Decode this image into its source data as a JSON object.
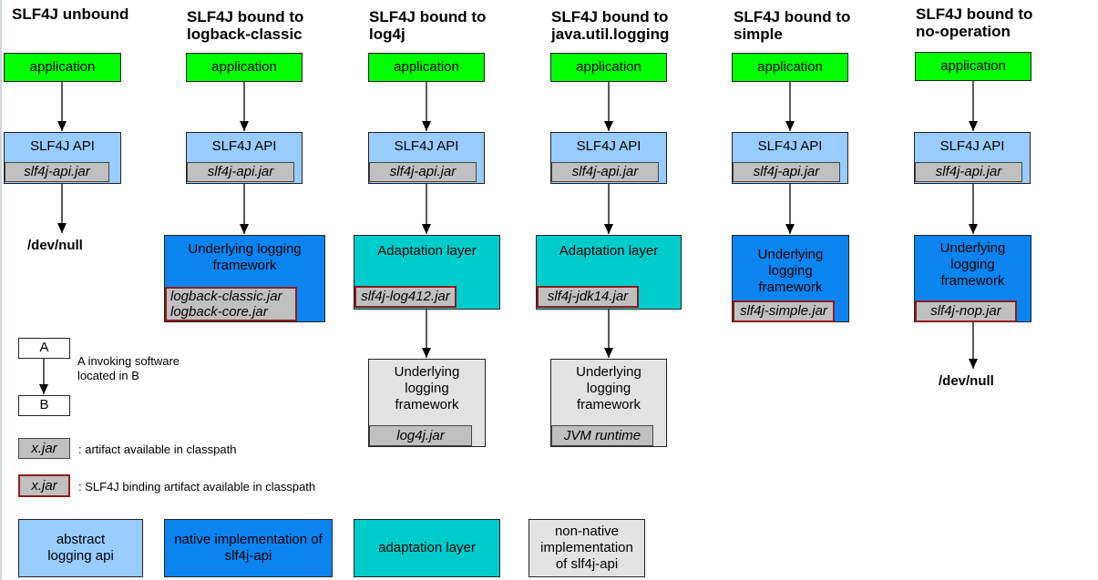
{
  "columns": [
    {
      "title": "SLF4J unbound",
      "app": "application",
      "api": "SLF4J API",
      "api_jar": "slf4j-api.jar",
      "sink": "/dev/null"
    },
    {
      "title": "SLF4J bound to logback-classic",
      "app": "application",
      "api": "SLF4J API",
      "api_jar": "slf4j-api.jar",
      "framework": "Underlying logging framework",
      "jars": [
        "logback-classic.jar",
        "logback-core.jar"
      ]
    },
    {
      "title": "SLF4J bound to log4j",
      "app": "application",
      "api": "SLF4J API",
      "api_jar": "slf4j-api.jar",
      "adaptation": "Adaptation layer",
      "adapt_jar": "slf4j-log412.jar",
      "framework": "Underlying logging framework",
      "framework_jar": "log4j.jar"
    },
    {
      "title": "SLF4J bound to java.util.logging",
      "app": "application",
      "api": "SLF4J API",
      "api_jar": "slf4j-api.jar",
      "adaptation": "Adaptation layer",
      "adapt_jar": "slf4j-jdk14.jar",
      "framework": "Underlying logging framework",
      "framework_jar": "JVM runtime"
    },
    {
      "title": "SLF4J bound to simple",
      "app": "application",
      "api": "SLF4J API",
      "api_jar": "slf4j-api.jar",
      "framework": "Underlying logging framework",
      "framework_jar": "slf4j-simple.jar"
    },
    {
      "title": "SLF4J bound to no-operation",
      "app": "application",
      "api": "SLF4J API",
      "api_jar": "slf4j-api.jar",
      "framework": "Underlying logging framework",
      "framework_jar": "slf4j-nop.jar",
      "sink": "/dev/null"
    }
  ],
  "legend": {
    "a": "A",
    "b": "B",
    "invoke_text": "A invoking software located in B",
    "jar_sample": "x.jar",
    "jar_desc": ": artifact available in classpath",
    "binding_sample": "x.jar",
    "binding_desc": ": SLF4J binding artifact available in classpath",
    "abstract": "abstract logging api",
    "native": "native implementation of slf4j-api",
    "adaptation": "adaptation layer",
    "non_native": "non-native implementation of slf4j-api"
  },
  "colors": {
    "application": "#00ff00",
    "abstract_api": "#99ccff",
    "native": "#0b84f0",
    "adaptation": "#00cccc",
    "non_native": "#e3e3e3",
    "jar": "#c0c0c0",
    "binding_border": "#8b1c1c"
  }
}
